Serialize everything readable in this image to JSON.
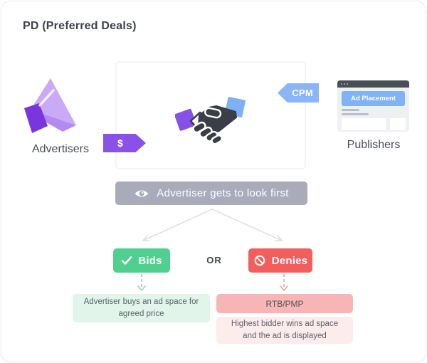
{
  "title": "PD (Preferred Deals)",
  "advertisers": {
    "label": "Advertisers"
  },
  "publishers": {
    "label": "Publishers",
    "window_button": "Ad Placement"
  },
  "tags": {
    "price": "$",
    "cpm": "CPM"
  },
  "badge": {
    "text": "Advertiser gets to look first"
  },
  "or_label": "OR",
  "bids": {
    "label": "Bids",
    "outcome": "Advertiser buys an ad space for agreed price"
  },
  "denies": {
    "label": "Denies",
    "method": "RTB/PMP",
    "outcome": "Highest bidder wins ad space and the ad is displayed"
  },
  "colors": {
    "accent_purple": "#8a51e8",
    "accent_blue": "#8ab5f8",
    "green": "#50cf8e",
    "red": "#f25e5e",
    "badge_gray": "#a9abbb",
    "light_green_box": "#e1f5eb",
    "pink_box": "#f8b5b5",
    "light_pink_box": "#fdecec",
    "handshake_dark": "#3a3e46",
    "title_text": "#3d414a"
  }
}
